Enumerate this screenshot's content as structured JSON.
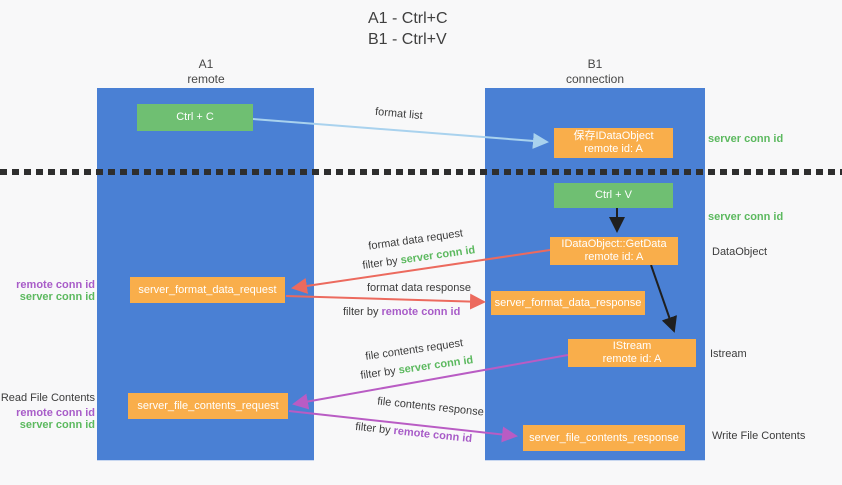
{
  "title": {
    "line1": "A1 - Ctrl+C",
    "line2": "B1 - Ctrl+V"
  },
  "columns": [
    {
      "name": "A1",
      "subtitle": "remote"
    },
    {
      "name": "B1",
      "subtitle": "connection"
    }
  ],
  "nodes": {
    "ctrl_c": "Ctrl + C",
    "ctrl_v": "Ctrl + V",
    "save_idataobject": {
      "line1": "保存IDataObject",
      "line2": "remote id: A"
    },
    "getdata": {
      "line1": "IDataObject::GetData",
      "line2": "remote id: A"
    },
    "istream": {
      "line1": "IStream",
      "line2": "remote id: A"
    },
    "server_format_data_request": "server_format_data_request",
    "server_format_data_response": "server_format_data_response",
    "server_file_contents_request": "server_file_contents_request",
    "server_file_contents_response": "server_file_contents_response"
  },
  "arrow_labels": {
    "format_list": "format list",
    "format_data_request": "format data request",
    "format_data_response": "format data response",
    "file_contents_request": "file contents request",
    "file_contents_response": "file contents response",
    "filter_prefix": "filter by"
  },
  "shared": {
    "server_conn_id": "server conn id",
    "remote_conn_id": "remote conn id"
  },
  "side_labels": {
    "dataobject": "DataObject",
    "istream": "Istream",
    "read_file_contents": "Read File Contents",
    "write_file_contents": "Write File Contents"
  },
  "colors": {
    "lane_blue": "#4a80d4",
    "node_green": "#6fbf72",
    "node_orange": "#f9ae4b",
    "arrow_light_blue": "#a9d2ee",
    "arrow_salmon": "#ec6a5e",
    "arrow_magenta": "#b95cc4",
    "arrow_black": "#1f1f1f",
    "text_green": "#5cb95f",
    "text_purple": "#a85cc8",
    "background": "#f8f8f9"
  }
}
